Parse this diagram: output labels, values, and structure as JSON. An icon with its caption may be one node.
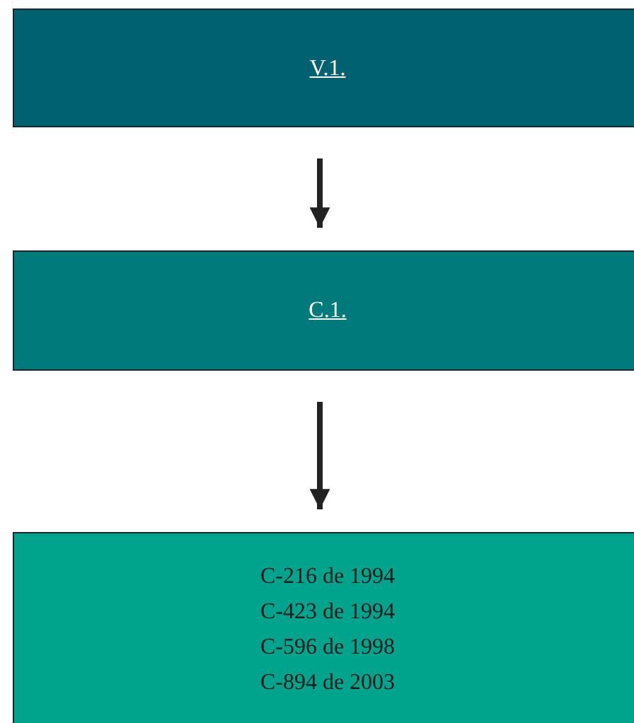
{
  "diagram": {
    "nodes": [
      {
        "text": [
          "V.1."
        ]
      },
      {
        "text": [
          "C.1."
        ]
      },
      {
        "text": [
          "C-216 de 1994",
          "C-423 de 1994",
          "C-596 de 1998",
          "C-894 de 2003"
        ]
      }
    ],
    "edges": [
      {
        "from": 0,
        "to": 1,
        "arrow": "to"
      },
      {
        "from": 1,
        "to": 2,
        "arrow": "to"
      }
    ]
  }
}
